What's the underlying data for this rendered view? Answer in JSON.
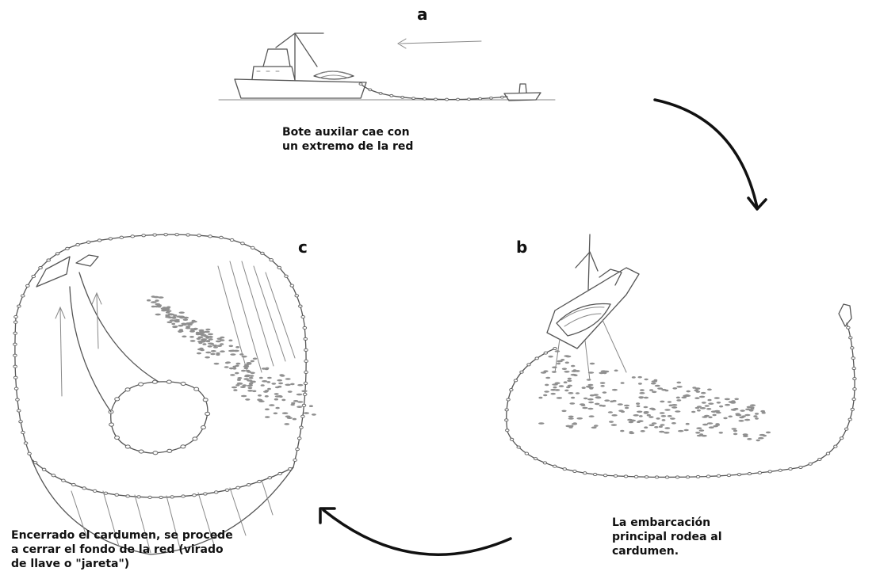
{
  "stages": [
    {
      "letter": "a",
      "caption": "Bote auxilar cae con\nun extremo de la red"
    },
    {
      "letter": "b",
      "caption": "La embarcación\nprincipal rodea al\ncardumen."
    },
    {
      "letter": "c",
      "caption": "Encerrado el cardumen, se procede\na cerrar el fondo de la red (virado\nde llave o \"jareta\")"
    }
  ],
  "colors": {
    "ink": "#111111",
    "sketch": "#555555",
    "fish": "#8f8f8f"
  },
  "icons": [
    "purse-seiner-ship-icon",
    "skiff-boat-icon",
    "net-float-icon",
    "fish-school-icon",
    "sequence-arrow-icon"
  ]
}
